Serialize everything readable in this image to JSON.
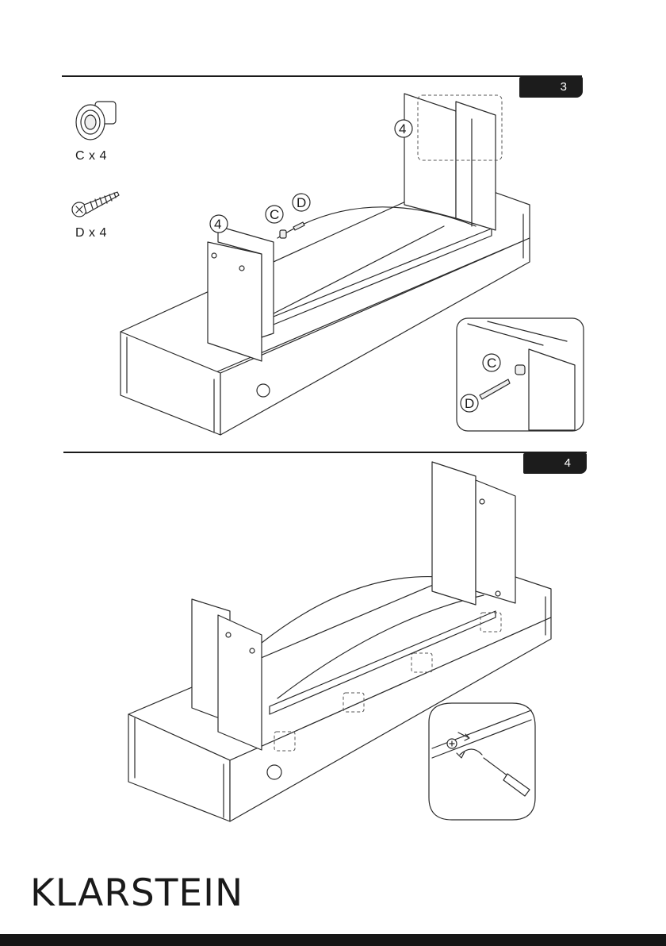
{
  "brand": {
    "name": "KLARSTEIN"
  },
  "steps": [
    {
      "number": "3",
      "parts": [
        {
          "icon": "cam-nut-icon",
          "label": "C x 4"
        },
        {
          "icon": "screw-icon",
          "label": "D x 4"
        }
      ],
      "callouts": [
        "4",
        "4",
        "C",
        "D"
      ],
      "detail_callouts": [
        "C",
        "D"
      ]
    },
    {
      "number": "4"
    }
  ]
}
